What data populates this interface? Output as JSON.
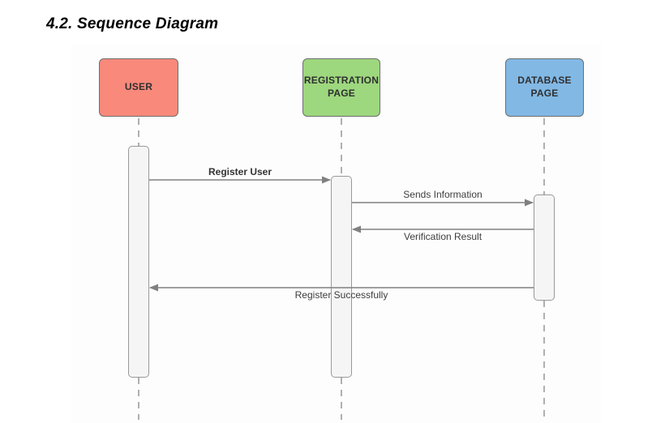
{
  "title": "4.2. Sequence Diagram",
  "actors": [
    {
      "id": "user",
      "label": "USER",
      "fill": "#F8897B"
    },
    {
      "id": "registration-page",
      "label": "REGISTRATION PAGE",
      "fill": "#9DD77E"
    },
    {
      "id": "database-page",
      "label": "DATABASE PAGE",
      "fill": "#82B8E4"
    }
  ],
  "messages": [
    {
      "label": "Register User",
      "from": "USER",
      "to": "REGISTRATION PAGE",
      "direction": "right",
      "emphasis": "bold",
      "label_position": "above"
    },
    {
      "label": "Sends Information",
      "from": "REGISTRATION PAGE",
      "to": "DATABASE PAGE",
      "direction": "right",
      "emphasis": "regular",
      "label_position": "above"
    },
    {
      "label": "Verification Result",
      "from": "DATABASE PAGE",
      "to": "REGISTRATION PAGE",
      "direction": "left",
      "emphasis": "regular",
      "label_position": "below"
    },
    {
      "label": "Register Successfully",
      "from": "DATABASE PAGE",
      "to": "USER",
      "direction": "left",
      "emphasis": "regular",
      "label_position": "below"
    }
  ],
  "colors": {
    "actor_border": "#6E6E6E",
    "activation_fill": "#F5F5F5",
    "activation_border": "#999999",
    "lifeline": "#B0B0B0",
    "arrow": "#808080",
    "title_text": "#000000",
    "label_text": "#333333"
  }
}
